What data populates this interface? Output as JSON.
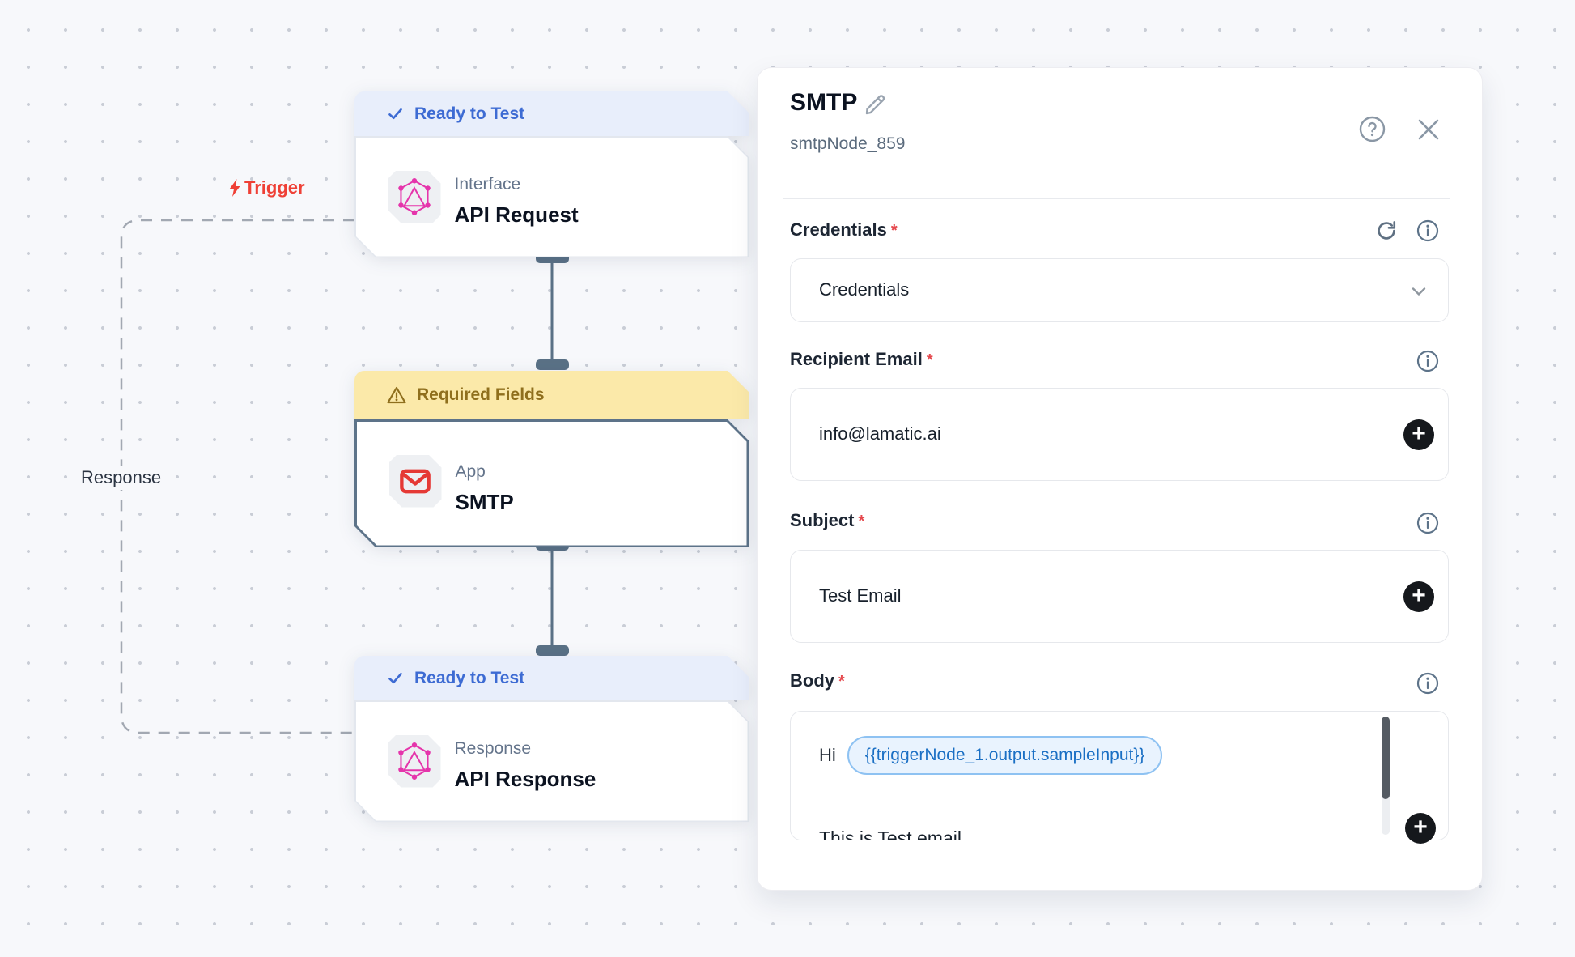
{
  "canvas": {
    "trigger_label": "Trigger",
    "response_label": "Response",
    "nodes": {
      "api_request": {
        "status_badge": "Ready to Test",
        "type": "Interface",
        "title": "API Request"
      },
      "smtp": {
        "status_badge": "Required Fields",
        "type": "App",
        "title": "SMTP"
      },
      "api_response": {
        "status_badge": "Ready to Test",
        "type": "Response",
        "title": "API Response"
      }
    }
  },
  "panel": {
    "title": "SMTP",
    "subtitle": "smtpNode_859",
    "required_marker": "*",
    "credentials": {
      "label": "Credentials",
      "value": "Credentials"
    },
    "recipient_email": {
      "label": "Recipient Email",
      "value": "info@lamatic.ai"
    },
    "subject": {
      "label": "Subject",
      "value": "Test Email"
    },
    "body": {
      "label": "Body",
      "text_before_chip": "Hi",
      "chip": "{{triggerNode_1.output.sampleInput}}",
      "second_line": "This is Test email"
    }
  },
  "colors": {
    "accent_blue": "#3d6bd3",
    "warning_bg": "#fbe9a9",
    "warning_text": "#8f6f1d",
    "trigger_red": "#ef4036",
    "graphql_pink": "#e535ab",
    "smtp_red": "#e53935",
    "chip_blue": "#1a6fc4",
    "connector_slate": "#5a7186"
  }
}
